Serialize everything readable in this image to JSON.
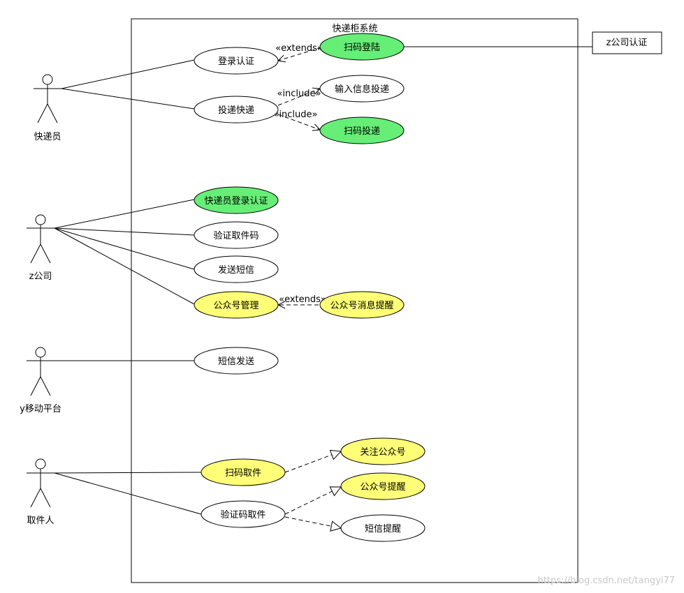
{
  "system": {
    "title": "快递柜系统"
  },
  "actors": [
    {
      "id": "courier",
      "label": "快递员"
    },
    {
      "id": "zcompany",
      "label": "z公司"
    },
    {
      "id": "ymobile",
      "label": "y移动平台"
    },
    {
      "id": "recipient",
      "label": "取件人"
    }
  ],
  "external": {
    "id": "zauth",
    "label": "z公司认证"
  },
  "colors": {
    "white": "#ffffff",
    "green": "#66ee77",
    "yellow": "#ffff77",
    "line": "#000000"
  },
  "usecases": [
    {
      "id": "login",
      "label": "登录认证",
      "fill": "white"
    },
    {
      "id": "scan_login",
      "label": "扫码登陆",
      "fill": "green"
    },
    {
      "id": "deliver",
      "label": "投递快递",
      "fill": "white"
    },
    {
      "id": "input_deliver",
      "label": "输入信息投递",
      "fill": "white"
    },
    {
      "id": "scan_deliver",
      "label": "扫码投递",
      "fill": "green"
    },
    {
      "id": "courier_auth",
      "label": "快递员登录认证",
      "fill": "green"
    },
    {
      "id": "verify_code",
      "label": "验证取件码",
      "fill": "white"
    },
    {
      "id": "send_sms",
      "label": "发送短信",
      "fill": "white"
    },
    {
      "id": "oa_manage",
      "label": "公众号管理",
      "fill": "yellow"
    },
    {
      "id": "oa_notify",
      "label": "公众号消息提醒",
      "fill": "yellow"
    },
    {
      "id": "sms_send",
      "label": "短信发送",
      "fill": "white"
    },
    {
      "id": "scan_pickup",
      "label": "扫码取件",
      "fill": "yellow"
    },
    {
      "id": "follow_oa",
      "label": "关注公众号",
      "fill": "yellow"
    },
    {
      "id": "code_pickup",
      "label": "验证码取件",
      "fill": "white"
    },
    {
      "id": "oa_remind",
      "label": "公众号提醒",
      "fill": "yellow"
    },
    {
      "id": "sms_remind",
      "label": "短信提醒",
      "fill": "white"
    }
  ],
  "associations": [
    {
      "from": "courier",
      "to": "login"
    },
    {
      "from": "courier",
      "to": "deliver"
    },
    {
      "from": "zcompany",
      "to": "courier_auth"
    },
    {
      "from": "zcompany",
      "to": "verify_code"
    },
    {
      "from": "zcompany",
      "to": "send_sms"
    },
    {
      "from": "zcompany",
      "to": "oa_manage"
    },
    {
      "from": "ymobile",
      "to": "sms_send"
    },
    {
      "from": "recipient",
      "to": "scan_pickup"
    },
    {
      "from": "recipient",
      "to": "code_pickup"
    },
    {
      "from": "scan_login",
      "to": "zauth"
    }
  ],
  "dependencies": [
    {
      "from": "scan_login",
      "to": "login",
      "kind": "extends",
      "label": "«extends»"
    },
    {
      "from": "deliver",
      "to": "input_deliver",
      "kind": "include",
      "label": "«include»"
    },
    {
      "from": "deliver",
      "to": "scan_deliver",
      "kind": "include",
      "label": "«include»"
    },
    {
      "from": "oa_notify",
      "to": "oa_manage",
      "kind": "extends",
      "label": "«extends»"
    },
    {
      "from": "scan_pickup",
      "to": "follow_oa",
      "kind": "generalization",
      "label": ""
    },
    {
      "from": "code_pickup",
      "to": "oa_remind",
      "kind": "generalization",
      "label": ""
    },
    {
      "from": "code_pickup",
      "to": "sms_remind",
      "kind": "generalization",
      "label": ""
    }
  ],
  "watermark": "https://blog.csdn.net/tangyi77"
}
